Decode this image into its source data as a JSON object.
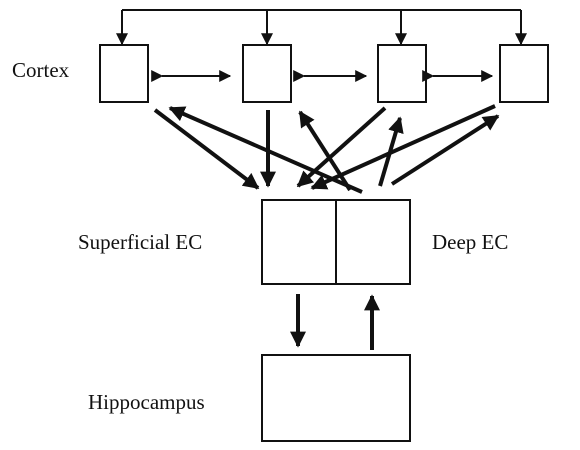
{
  "labels": {
    "cortex": "Cortex",
    "superficial_ec": "Superficial EC",
    "deep_ec": "Deep EC",
    "hippocampus": "Hippocampus"
  },
  "colors": {
    "line": "#111111",
    "background": "#ffffff"
  }
}
